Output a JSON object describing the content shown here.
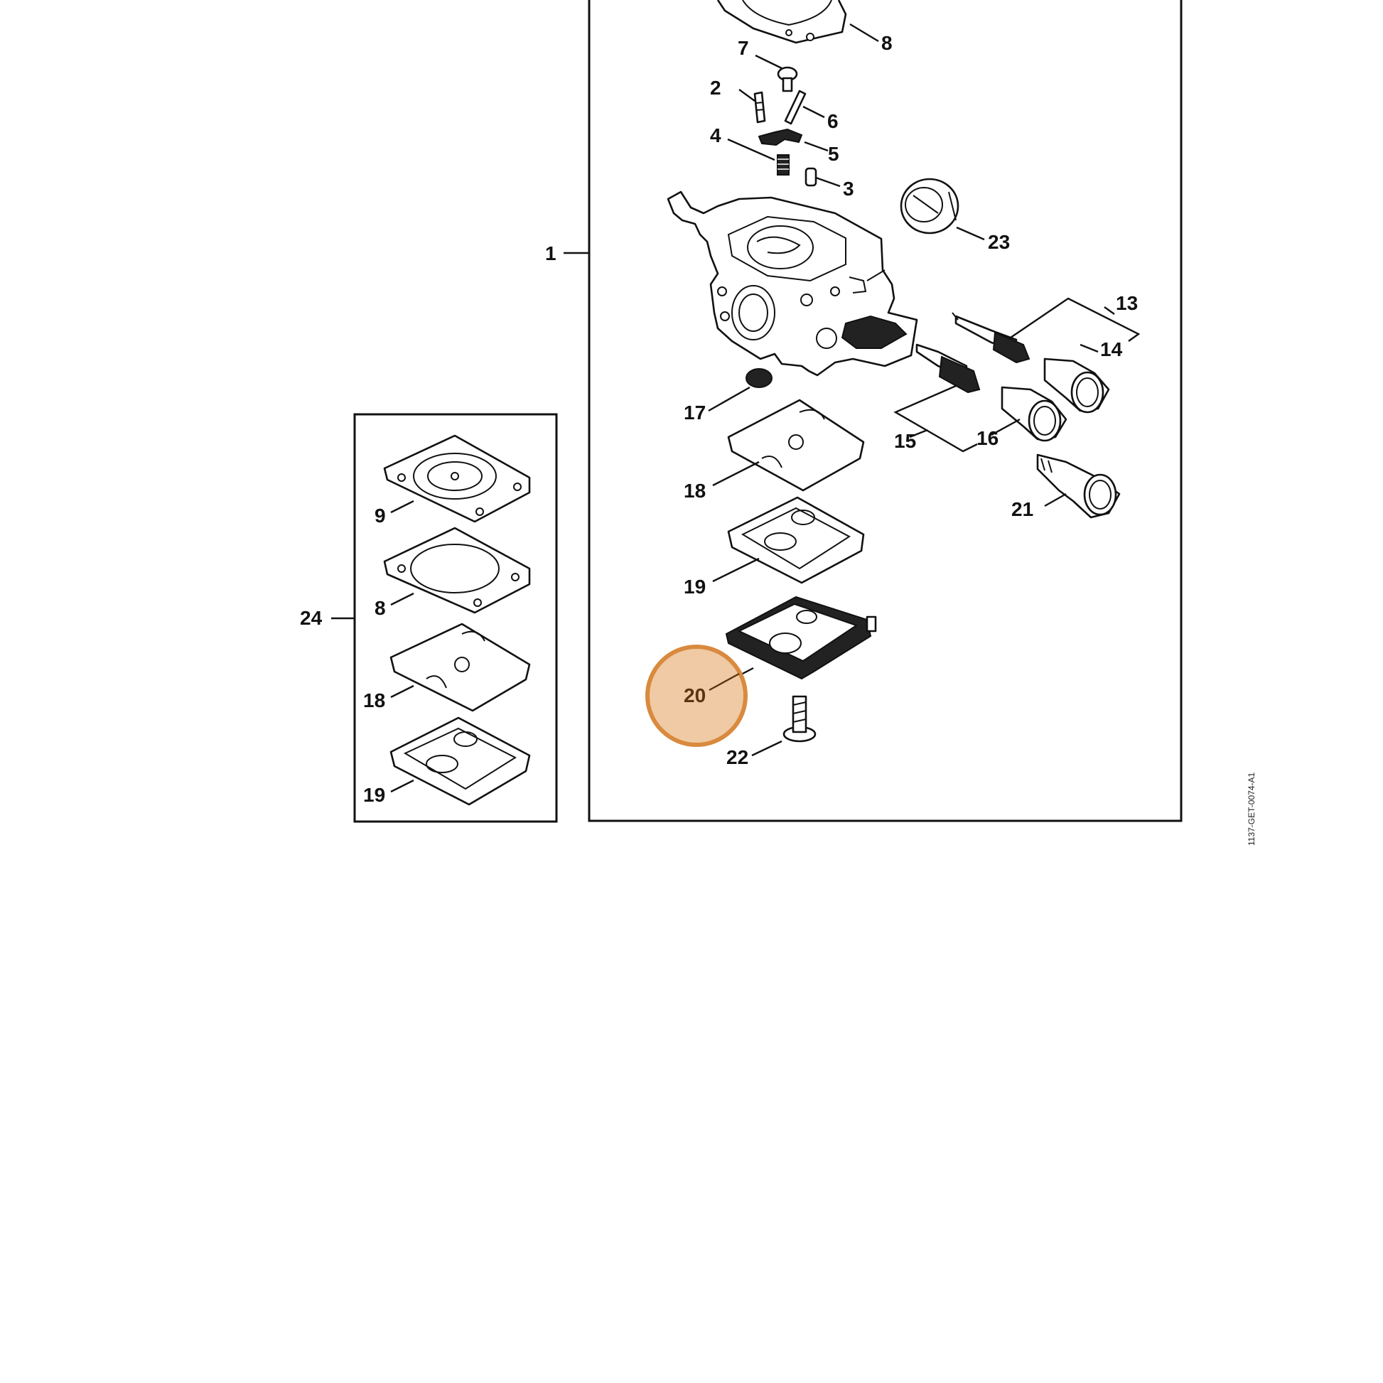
{
  "drawing_code": "1137-GET-0074-A1",
  "highlight": {
    "position": "20",
    "color": "#d98a3e",
    "fill": "#efcaa4"
  },
  "callouts": {
    "p1": "1",
    "p2": "2",
    "p3": "3",
    "p4": "4",
    "p5": "5",
    "p6": "6",
    "p7": "7",
    "p8_main": "8",
    "p8_kit": "8",
    "p9": "9",
    "p13": "13",
    "p14": "14",
    "p15": "15",
    "p16": "16",
    "p17": "17",
    "p18_main": "18",
    "p18_kit": "18",
    "p19_main": "19",
    "p19_kit": "19",
    "p20": "20",
    "p21": "21",
    "p22": "22",
    "p23": "23",
    "p24": "24"
  },
  "icons": [
    "carburetor-body",
    "gasket",
    "diaphragm",
    "screw",
    "needle-valve",
    "limiter-cap",
    "fuel-filter",
    "pump-cover"
  ]
}
